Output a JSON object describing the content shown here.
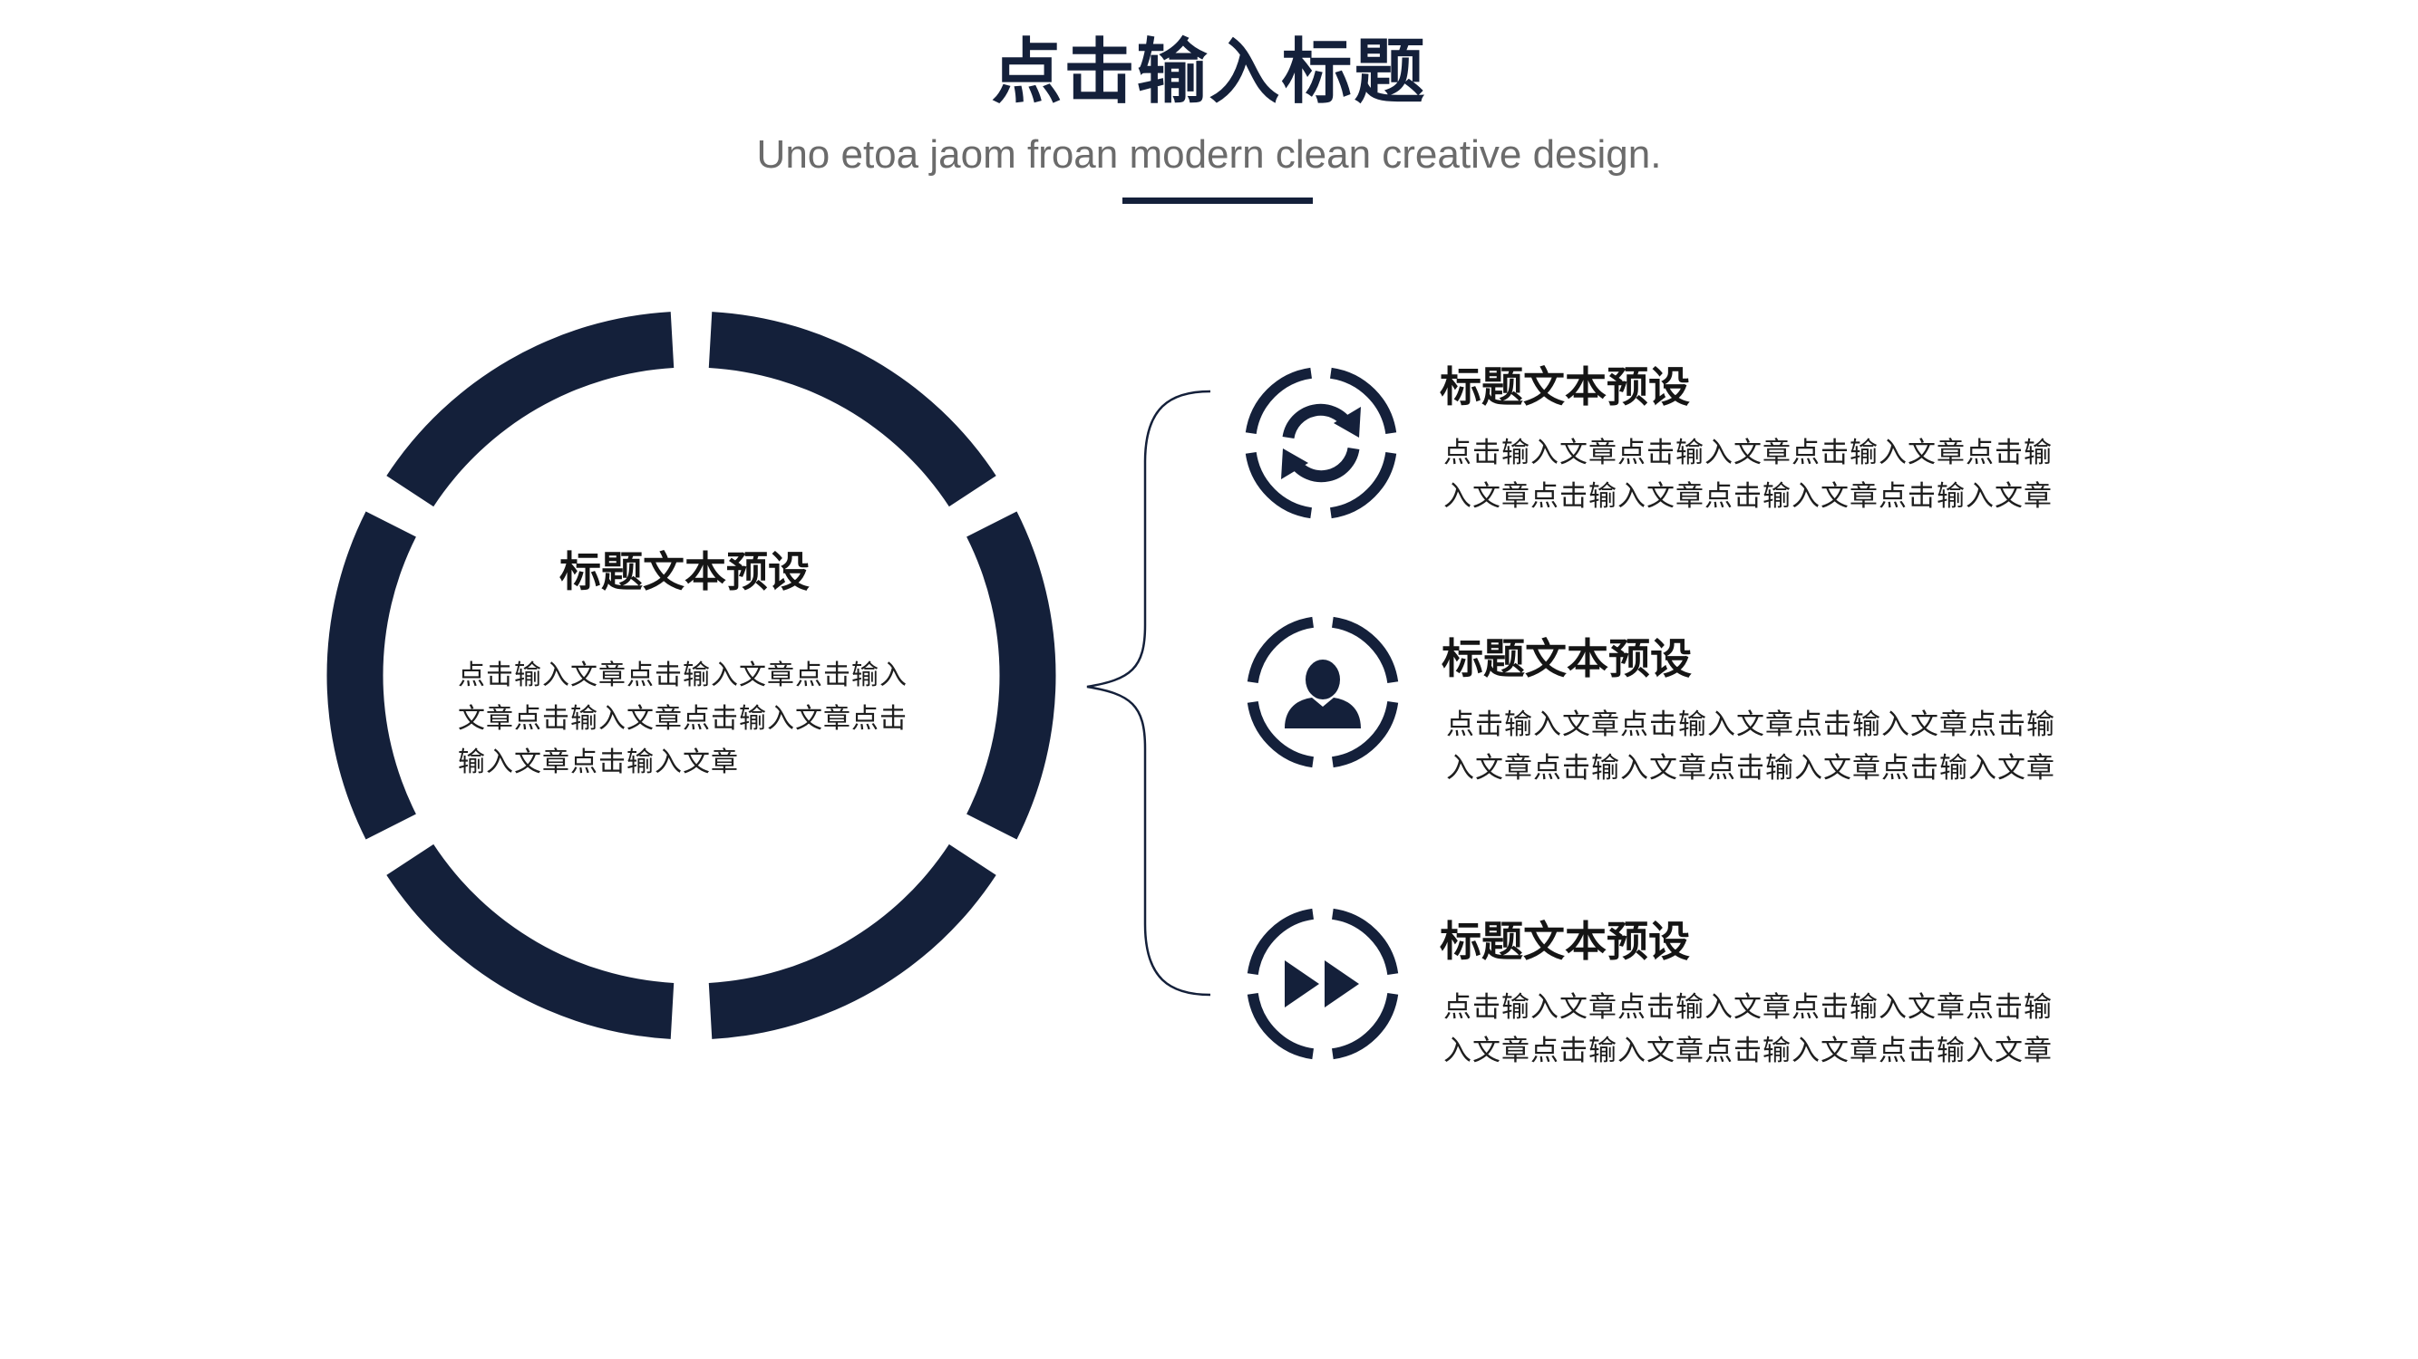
{
  "header": {
    "title": "点击输入标题",
    "subtitle": "Uno etoa jaom froan modern clean creative design."
  },
  "center": {
    "title": "标题文本预设",
    "text": "点击输入文章点击输入文章点击输入文章点击输入文章点击输入文章点击输入文章点击输入文章"
  },
  "items": [
    {
      "icon": "refresh-icon",
      "title": "标题文本预设",
      "text": "点击输入文章点击输入文章点击输入文章点击输入文章点击输入文章点击输入文章点击输入文章"
    },
    {
      "icon": "user-icon",
      "title": "标题文本预设",
      "text": "点击输入文章点击输入文章点击输入文章点击输入文章点击输入文章点击输入文章点击输入文章"
    },
    {
      "icon": "fast-forward-icon",
      "title": "标题文本预设",
      "text": "点击输入文章点击输入文章点击输入文章点击输入文章点击输入文章点击输入文章点击输入文章"
    }
  ],
  "colors": {
    "primary": "#14203a",
    "background": "#ffffff",
    "subtitle": "#6b6b6b",
    "text": "#1e1e1e"
  }
}
